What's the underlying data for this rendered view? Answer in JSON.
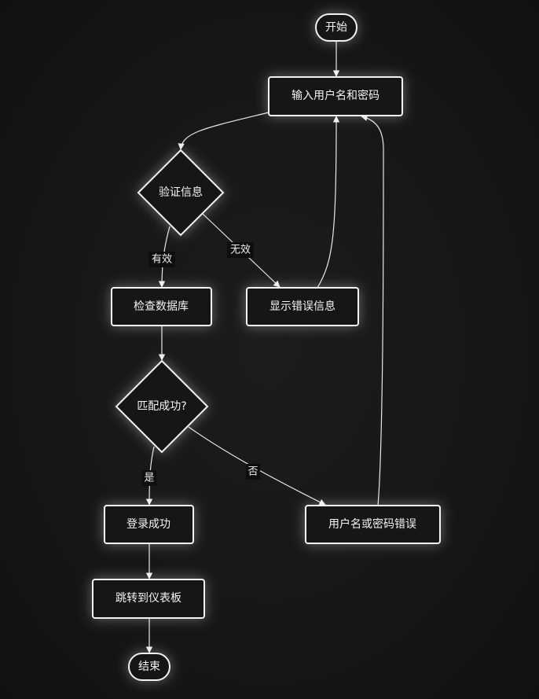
{
  "nodes": {
    "start": "开始",
    "input": "输入用户名和密码",
    "verify": "验证信息",
    "check_db": "检查数据库",
    "show_error": "显示错误信息",
    "match": "匹配成功?",
    "login_success": "登录成功",
    "user_error": "用户名或密码错误",
    "jump": "跳转到仪表板",
    "end": "结束"
  },
  "edge_labels": {
    "valid": "有效",
    "invalid": "无效",
    "yes": "是",
    "no": "否"
  },
  "colors": {
    "background": "#161616",
    "stroke": "#f2f2f2"
  }
}
